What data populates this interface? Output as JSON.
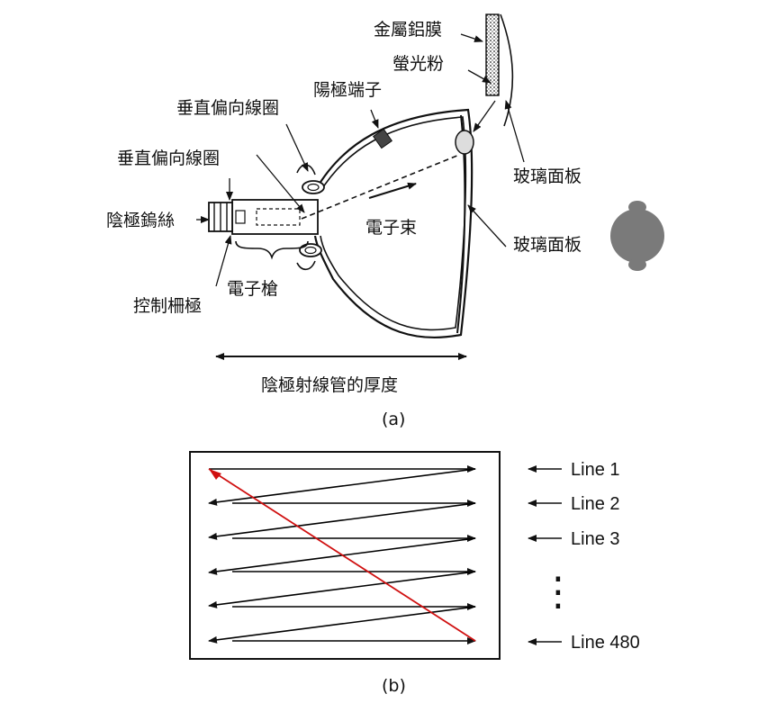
{
  "part_a": {
    "caption": "(a)",
    "labels": {
      "aluminum_film": "金屬鋁膜",
      "phosphor": "螢光粉",
      "anode_terminal": "陽極端子",
      "vertical_coil_1": "垂直偏向線圈",
      "vertical_coil_2": "垂直偏向線圈",
      "cathode_filament": "陰極鎢絲",
      "electron_beam": "電子束",
      "electron_gun": "電子槍",
      "control_grid": "控制柵極",
      "glass_panel_1": "玻璃面板",
      "glass_panel_2": "玻璃面板",
      "thickness": "陰極射線管的厚度"
    }
  },
  "part_b": {
    "caption": "(b)",
    "lines": [
      {
        "label": "Line 1"
      },
      {
        "label": "Line 2"
      },
      {
        "label": "Line 3"
      },
      {
        "label": "Line 480"
      }
    ],
    "ellipsis": "⋮",
    "scan_color": "#000000",
    "retrace_color": "#d01010"
  },
  "colors": {
    "ink": "#111111",
    "viewer": "#7a7a7a"
  }
}
